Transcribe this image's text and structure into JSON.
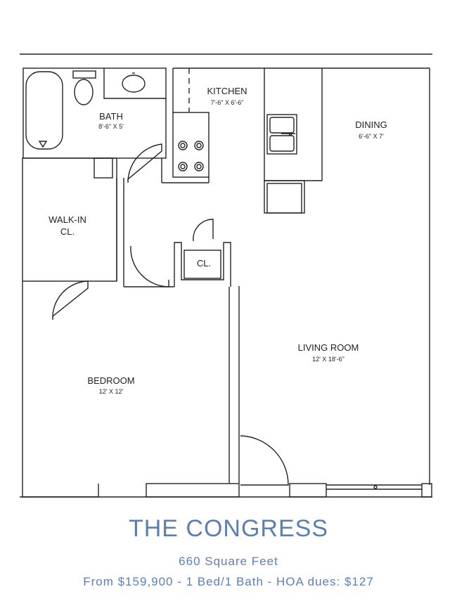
{
  "rooms": {
    "kitchen": {
      "name": "KITCHEN",
      "dims": "7'-6\" X 6'-6\""
    },
    "bath": {
      "name": "BATH",
      "dims": "8'-6\" X 5'"
    },
    "dining": {
      "name": "DINING",
      "dims": "6'-6\" X 7'"
    },
    "walkin": {
      "name_line1": "WALK-IN",
      "name_line2": "CL."
    },
    "closet": {
      "name": "CL."
    },
    "living": {
      "name": "LIVING ROOM",
      "dims": "12' X 18'-6\""
    },
    "bedroom": {
      "name": "BEDROOM",
      "dims": "12' X 12'"
    }
  },
  "footer": {
    "title": "THE CONGRESS",
    "sqft": "660 Square Feet",
    "info": "From $159,900 - 1 Bed/1 Bath - HOA dues: $127"
  },
  "colors": {
    "accent": "#5b7fb5",
    "line": "#222222"
  }
}
